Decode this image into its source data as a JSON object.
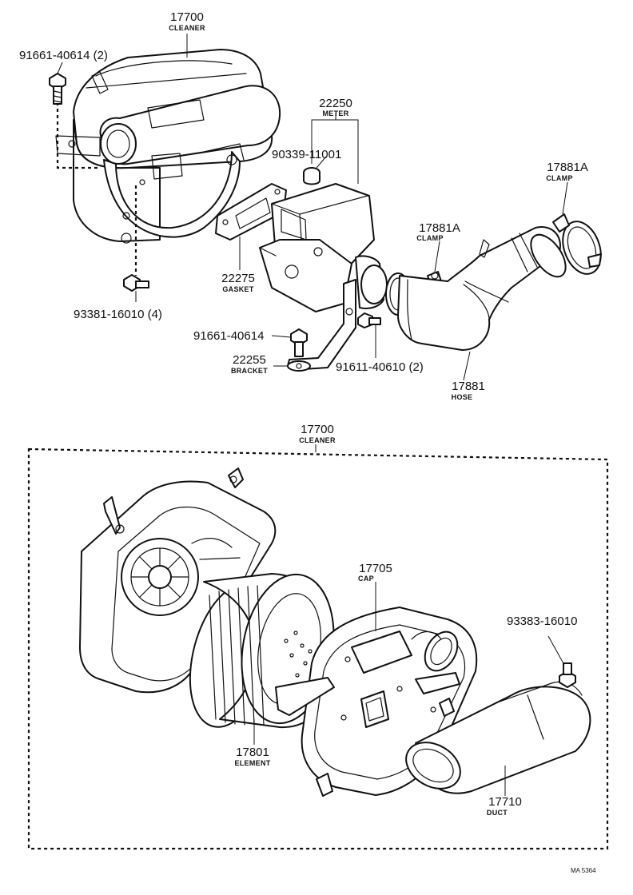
{
  "diagram": {
    "parts": [
      {
        "key": "cleaner_top",
        "number": "17700",
        "name": "CLEANER"
      },
      {
        "key": "bolt_91661_40614_2",
        "number": "91661-40614 (2)",
        "name": ""
      },
      {
        "key": "meter",
        "number": "22250",
        "name": "METER"
      },
      {
        "key": "plug",
        "number": "90339-11001",
        "name": ""
      },
      {
        "key": "clamp_a",
        "number": "17881A",
        "name": "CLAMP"
      },
      {
        "key": "clamp_b",
        "number": "17881A",
        "name": "CLAMP"
      },
      {
        "key": "gasket",
        "number": "22275",
        "name": "GASKET"
      },
      {
        "key": "bolt_93381",
        "number": "93381-16010 (4)",
        "name": ""
      },
      {
        "key": "bolt_91661_40614",
        "number": "91661-40614",
        "name": ""
      },
      {
        "key": "bracket",
        "number": "22255",
        "name": "BRACKET"
      },
      {
        "key": "bolt_91611",
        "number": "91611-40610 (2)",
        "name": ""
      },
      {
        "key": "hose",
        "number": "17881",
        "name": "HOSE"
      },
      {
        "key": "cleaner_assy",
        "number": "17700",
        "name": "CLEANER"
      },
      {
        "key": "cap",
        "number": "17705",
        "name": "CAP"
      },
      {
        "key": "bolt_93383",
        "number": "93383-16010",
        "name": ""
      },
      {
        "key": "element",
        "number": "17801",
        "name": "ELEMENT"
      },
      {
        "key": "duct",
        "number": "17710",
        "name": "DUCT"
      }
    ],
    "drawing_code": "MA 5364"
  }
}
